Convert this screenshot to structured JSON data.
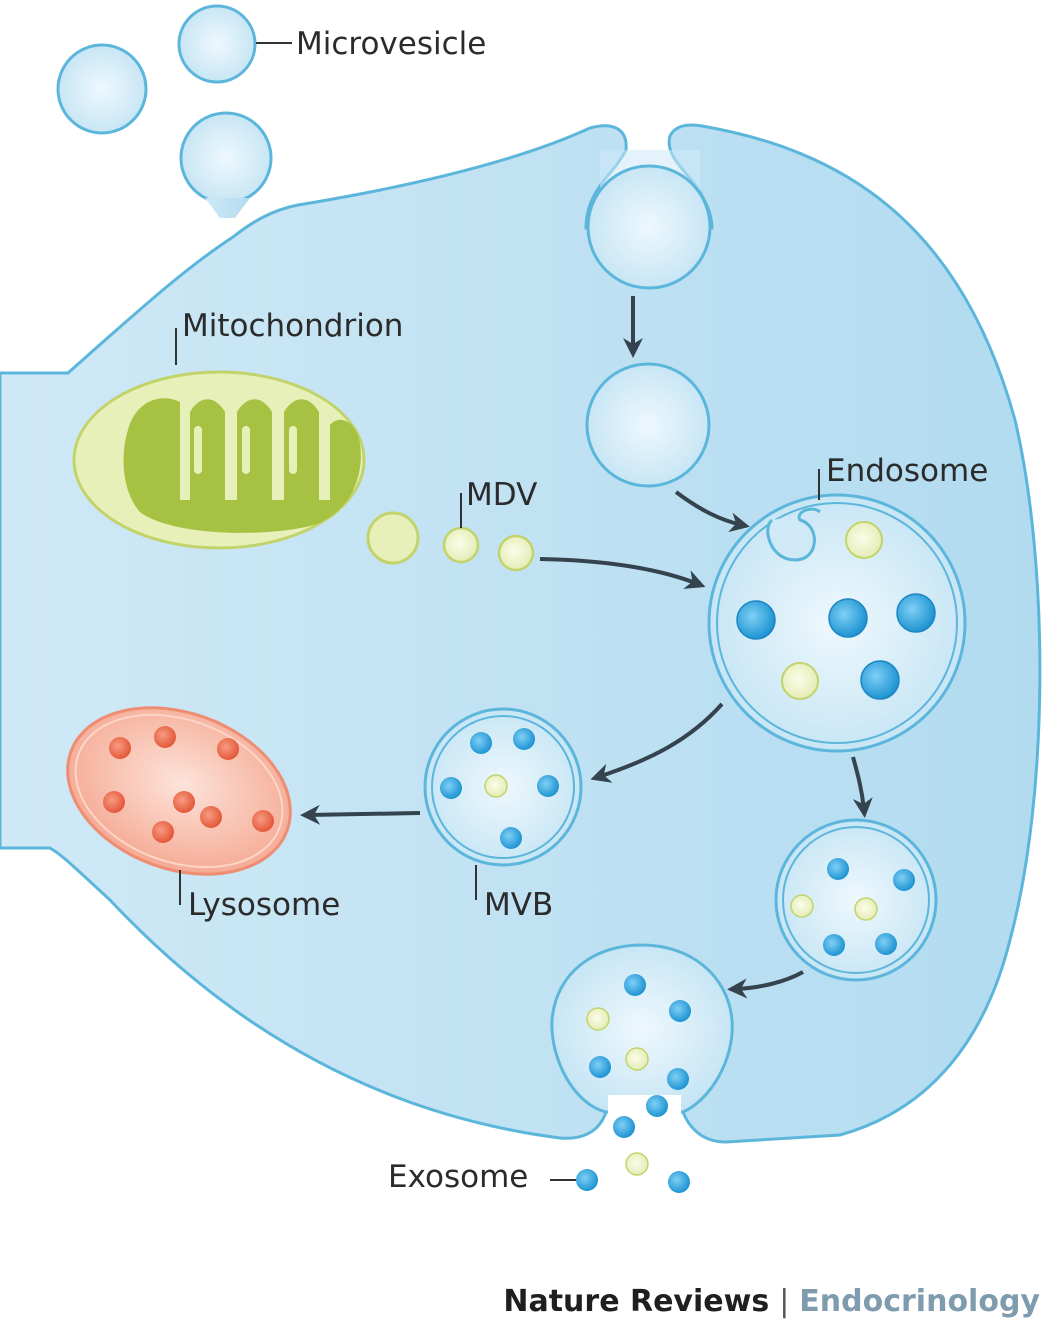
{
  "labels": {
    "microvesicle": "Microvesicle",
    "mitochondrion": "Mitochondrion",
    "mdv": "MDV",
    "endosome": "Endosome",
    "mvb": "MVB",
    "lysosome": "Lysosome",
    "exosome": "Exosome"
  },
  "credit": {
    "publisher": "Nature Reviews",
    "separator": "|",
    "journal": "Endocrinology"
  },
  "colors": {
    "cytoplasm": "#b9def1",
    "membrane": "#5cb6dc",
    "vesicle_fill": "#d6edf8",
    "exosome_cargo": "#2a9ed8",
    "mdv_cargo": "#eef3c8",
    "mitochondrion_outer": "#e5efb4",
    "mitochondrion_matrix": "#a7c142",
    "lysosome_fill": "#f6b3a0",
    "lysosome_cargo": "#e8613f",
    "arrow": "#34434d"
  }
}
